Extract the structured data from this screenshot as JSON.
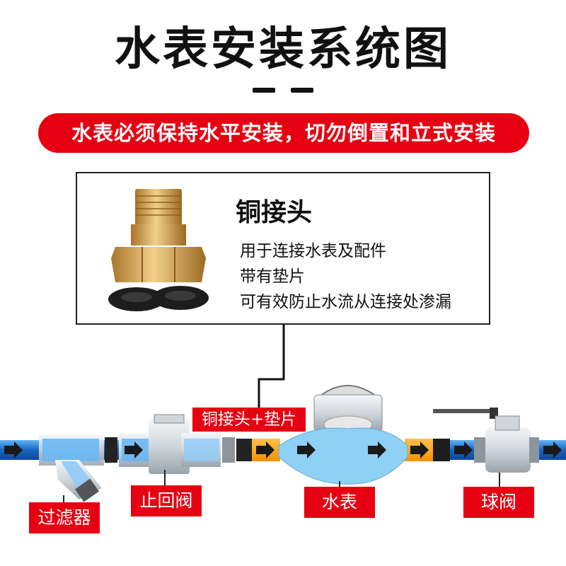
{
  "title": "水表安装系统图",
  "banner": "水表必须保持水平安装，切勿倒置和立式安装",
  "info": {
    "title": "铜接头",
    "lines": [
      "用于连接水表及配件",
      "带有垫片",
      "可有效防止水流从连接处渗漏"
    ]
  },
  "labels": {
    "copper_joint": "铜接头+垫片",
    "check_valve": "止回阀",
    "water_meter": "水表",
    "ball_valve": "球阀",
    "filter": "过滤器"
  },
  "colors": {
    "accent_red": "#e60012",
    "pipe_blue": "#1e88e5",
    "brass": "#d8a84a",
    "water_light": "#8fd0f5"
  }
}
